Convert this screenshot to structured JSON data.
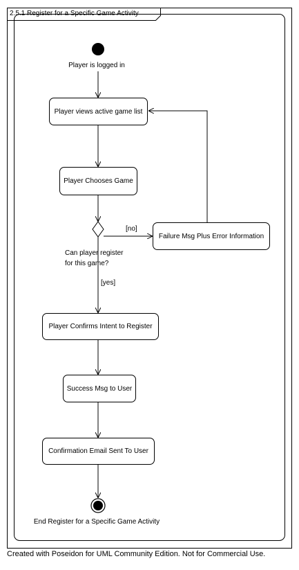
{
  "frame": {
    "title": "2.5.1 Register for a Specific Game Activity"
  },
  "start": {
    "label": "Player is logged in"
  },
  "nodes": {
    "views_list": "Player views active game list",
    "chooses_game": "Player Chooses Game",
    "failure_msg": "Failure Msg Plus Error Information",
    "confirms_intent": "Player Confirms Intent to Register",
    "success_msg": "Success Msg to User",
    "confirmation_email": "Confirmation Email Sent To User"
  },
  "decision": {
    "question": "Can player register\nfor this game?",
    "guard_no": "[no]",
    "guard_yes": "[yes]"
  },
  "end": {
    "label": "End Register for a Specific Game Activity"
  },
  "footer": "Created with Poseidon for UML Community Edition. Not for Commercial Use."
}
